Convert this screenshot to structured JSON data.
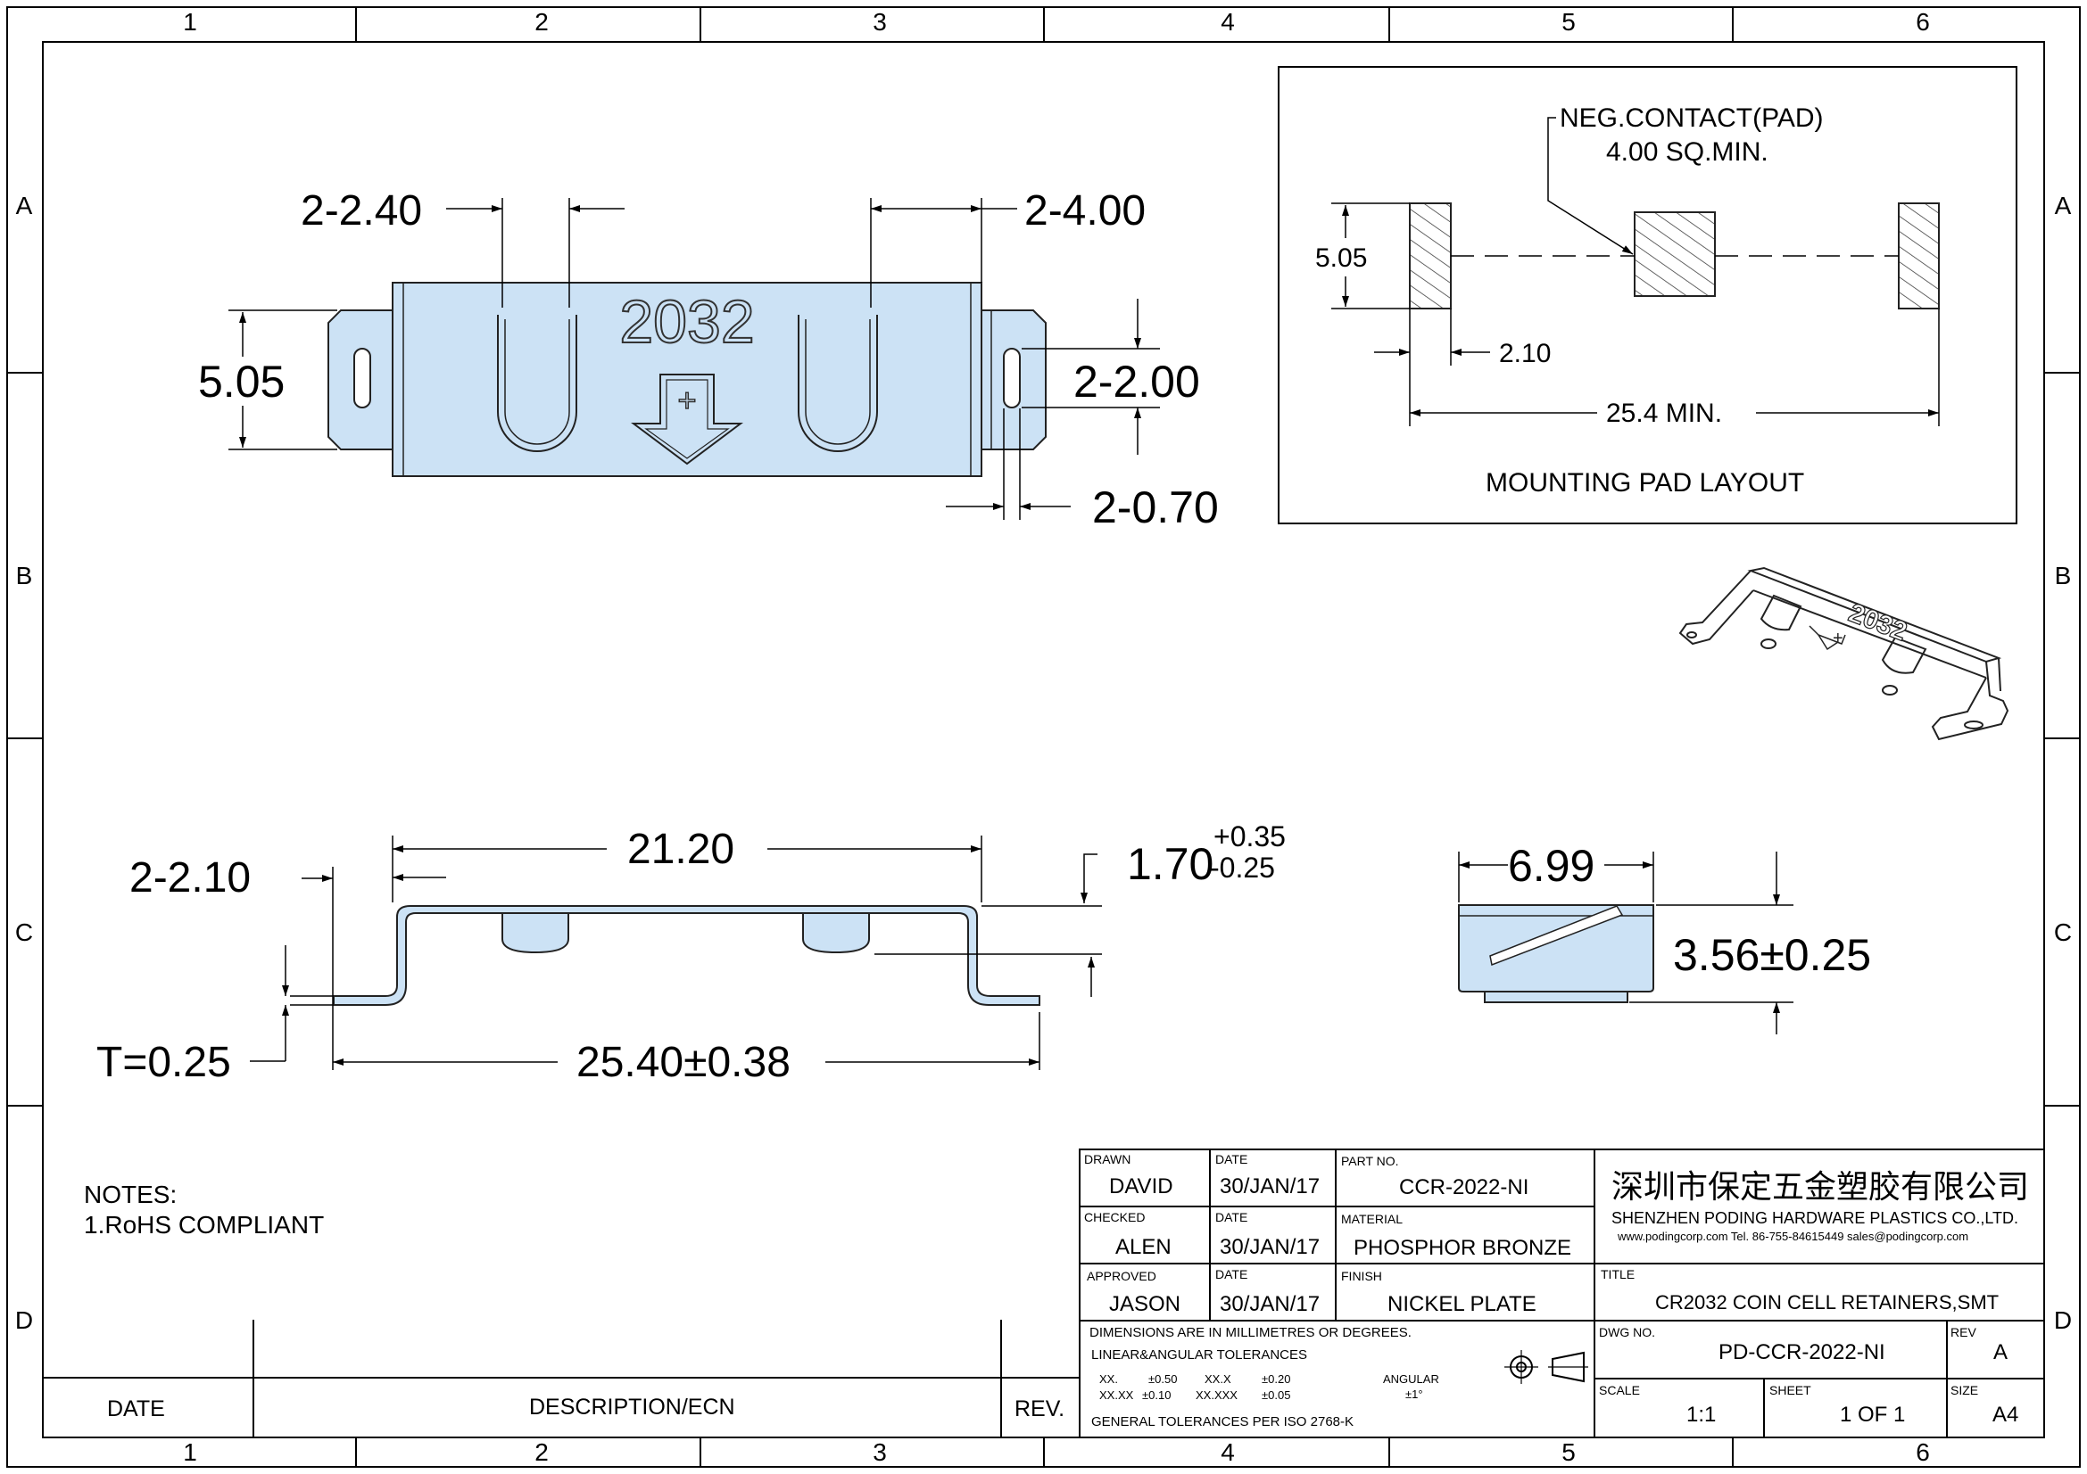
{
  "colors": {
    "part_fill": "#cce2f5",
    "part_stroke": "#222222",
    "line": "#000000",
    "hatch": "#333333"
  },
  "grid": {
    "cols": [
      "1",
      "2",
      "3",
      "4",
      "5",
      "6"
    ],
    "rows": [
      "A",
      "B",
      "C",
      "D"
    ]
  },
  "top_view": {
    "d_pitch_left": "2-2.40",
    "d_pitch_right": "2-4.00",
    "d_height": "5.05",
    "d_slot": "2-2.00",
    "d_slot_w": "2-0.70",
    "emboss_text": "2032",
    "plus": "+"
  },
  "pad_layout": {
    "neg_contact": "NEG.CONTACT(PAD)",
    "sq_min": "4.00 SQ.MIN.",
    "d_height": "5.05",
    "d_width": "2.10",
    "d_span": "25.4 MIN.",
    "caption": "MOUNTING PAD LAYOUT"
  },
  "iso_view": {
    "emboss_text": "2032",
    "plus": "+"
  },
  "side_view": {
    "d_length": "21.20",
    "d_foot": "2-2.10",
    "d_height_nom": "1.70",
    "tol_plus": "+0.35",
    "tol_minus": "-0.25",
    "d_thickness": "T=0.25",
    "d_total": "25.40±0.38"
  },
  "end_view": {
    "d_width": "6.99",
    "d_height": "3.56±0.25"
  },
  "notes": {
    "title": "NOTES:",
    "line1": "1.RoHS COMPLIANT"
  },
  "revision_block": {
    "date": "DATE",
    "description": "DESCRIPTION/ECN",
    "rev": "REV."
  },
  "title_block": {
    "drawn_label": "DRAWN",
    "drawn": "DAVID",
    "checked_label": "CHECKED",
    "checked": "ALEN",
    "approved_label": "APPROVED",
    "approved": "JASON",
    "date_label": "DATE",
    "date1": "30/JAN/17",
    "date2": "30/JAN/17",
    "date3": "30/JAN/17",
    "partno_label": "PART NO.",
    "partno": "CCR-2022-NI",
    "material_label": "MATERIAL",
    "material": "PHOSPHOR BRONZE",
    "finish_label": "FINISH",
    "finish": "NICKEL PLATE",
    "company_cn": "深圳市保定五金塑胶有限公司",
    "company_en": "SHENZHEN PODING HARDWARE PLASTICS CO.,LTD.",
    "contact": "www.podingcorp.com   Tel. 86-755-84615449   sales@podingcorp.com",
    "title_label": "TITLE",
    "title": "CR2032 COIN CELL RETAINERS,SMT",
    "dims_note": "DIMENSIONS ARE IN MILLIMETRES OR DEGREES.",
    "tol_label": "LINEAR&ANGULAR TOLERANCES",
    "tol_a1": "XX.",
    "tol_a2": "±0.50",
    "tol_a3": "XX.X",
    "tol_a4": "±0.20",
    "tol_b1": "XX.XX",
    "tol_b2": "±0.10",
    "tol_b3": "XX.XXX",
    "tol_b4": "±0.05",
    "angular_label": "ANGULAR",
    "angular": "±1°",
    "general_tol": "GENERAL TOLERANCES PER ISO 2768-K",
    "dwgno_label": "DWG NO.",
    "dwgno": "PD-CCR-2022-NI",
    "rev_label": "REV",
    "rev": "A",
    "scale_label": "SCALE",
    "scale": "1:1",
    "sheet_label": "SHEET",
    "sheet": "1 OF 1",
    "size_label": "SIZE",
    "size": "A4"
  }
}
